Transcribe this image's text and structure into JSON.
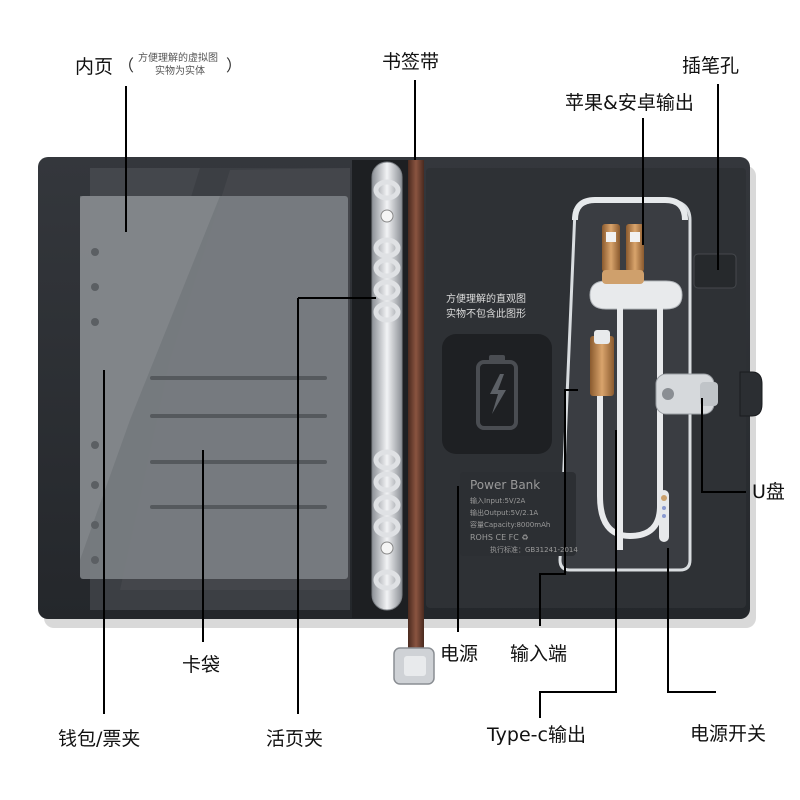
{
  "labels": {
    "inner_page": "内页",
    "inner_page_note_line1": "方便理解的虚拟图",
    "inner_page_note_line2": "实物为实体",
    "paren_open": "（",
    "paren_close": "）",
    "bookmark": "书签带",
    "pen_hole": "插笔孔",
    "apple_android_output": "苹果&安卓输出",
    "usb_drive": "U盘",
    "power_supply": "电源",
    "input_port": "输入端",
    "card_pocket": "卡袋",
    "wallet_ticket_clip": "钱包/票夹",
    "loose_leaf_clip": "活页夹",
    "type_c_output": "Type-c输出",
    "power_switch": "电源开关"
  },
  "inner_note": {
    "line1": "方便理解的直观图",
    "line2": "实物不包含此图形"
  },
  "power_bank": {
    "title": "Power Bank",
    "spec1": "输入Input:5V/2A",
    "spec2": "输出Output:5V/2.1A",
    "spec3": "容量Capacity:8000mAh",
    "certs": "ROHS  CE  FC  ♻",
    "standard": "执行标准：GB31241-2014"
  },
  "colors": {
    "cover": "#2a2d31",
    "cover_edge": "#1a1c1f",
    "left_pocket": "#3a3d42",
    "insert_page": "#7a7e82",
    "bookmark": "#6b3f2f",
    "ring": "#c9ccd0",
    "gold": "#b07a45",
    "leader": "#000000"
  }
}
